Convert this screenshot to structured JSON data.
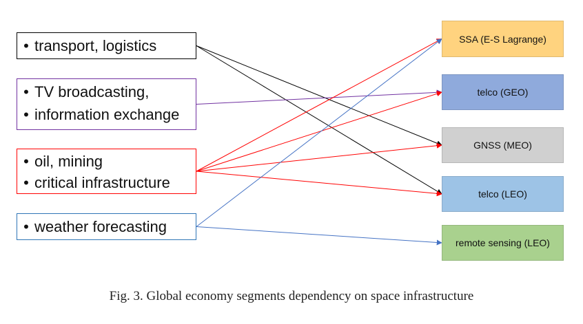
{
  "segments": [
    {
      "id": "s0",
      "lines": [
        "transport, logistics"
      ],
      "border": "#000000"
    },
    {
      "id": "s1",
      "lines": [
        "TV broadcasting,",
        "information exchange"
      ],
      "border": "#7030a0"
    },
    {
      "id": "s2",
      "lines": [
        "oil, mining",
        "critical infrastructure"
      ],
      "border": "#ff0000"
    },
    {
      "id": "s3",
      "lines": [
        "weather forecasting"
      ],
      "border": "#2e75b6"
    }
  ],
  "bullet": "•",
  "infrastructure": [
    {
      "id": "i0",
      "label": "SSA (E-S Lagrange)",
      "fill": "#ffd37f"
    },
    {
      "id": "i1",
      "label": "telco (GEO)",
      "fill": "#8faadc"
    },
    {
      "id": "i2",
      "label": "GNSS (MEO)",
      "fill": "#d0d0d0"
    },
    {
      "id": "i3",
      "label": "telco (LEO)",
      "fill": "#9dc3e6"
    },
    {
      "id": "i4",
      "label": "remote sensing (LEO)",
      "fill": "#a9d18e"
    }
  ],
  "links": [
    {
      "from": "s0",
      "to": "i2",
      "color": "#000000"
    },
    {
      "from": "s0",
      "to": "i3",
      "color": "#000000"
    },
    {
      "from": "s1",
      "to": "i1",
      "color": "#7030a0"
    },
    {
      "from": "s2",
      "to": "i0",
      "color": "#ff0000"
    },
    {
      "from": "s2",
      "to": "i1",
      "color": "#ff0000"
    },
    {
      "from": "s2",
      "to": "i2",
      "color": "#ff0000"
    },
    {
      "from": "s2",
      "to": "i3",
      "color": "#ff0000"
    },
    {
      "from": "s3",
      "to": "i0",
      "color": "#4472c4"
    },
    {
      "from": "s3",
      "to": "i4",
      "color": "#4472c4"
    }
  ],
  "caption": "Fig. 3.  Global economy segments dependency on space infrastructure"
}
